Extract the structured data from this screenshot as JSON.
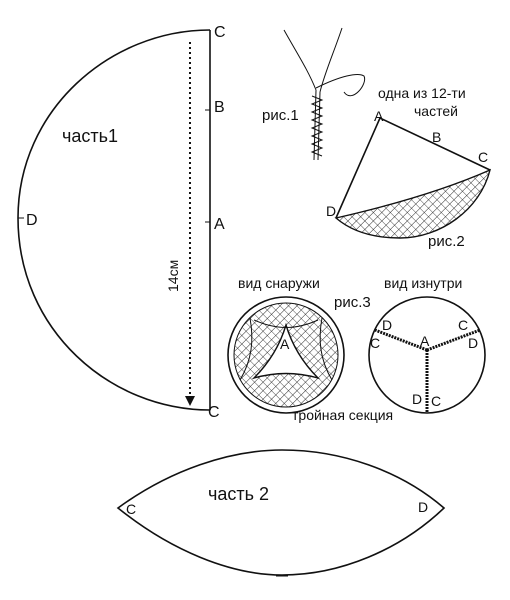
{
  "part1": {
    "title": "часть1",
    "measure": "14см",
    "points": {
      "c_top": "C",
      "b": "B",
      "a": "A",
      "d": "D",
      "c_bottom": "C"
    }
  },
  "fig1": {
    "label": "рис.1"
  },
  "fig2": {
    "label": "рис.2",
    "caption_line1": "одна из 12-ти",
    "caption_line2": "частей",
    "points": {
      "a": "A",
      "b": "B",
      "c": "C",
      "d": "D"
    }
  },
  "fig3": {
    "label": "рис.3",
    "outside": "вид снаружи",
    "inside": "вид изнутри",
    "caption": "тройная секция",
    "center": "A",
    "inside_points": [
      "D",
      "C",
      "C",
      "D",
      "D",
      "C",
      "A"
    ]
  },
  "part2": {
    "title": "часть 2",
    "left": "C",
    "right": "D"
  }
}
